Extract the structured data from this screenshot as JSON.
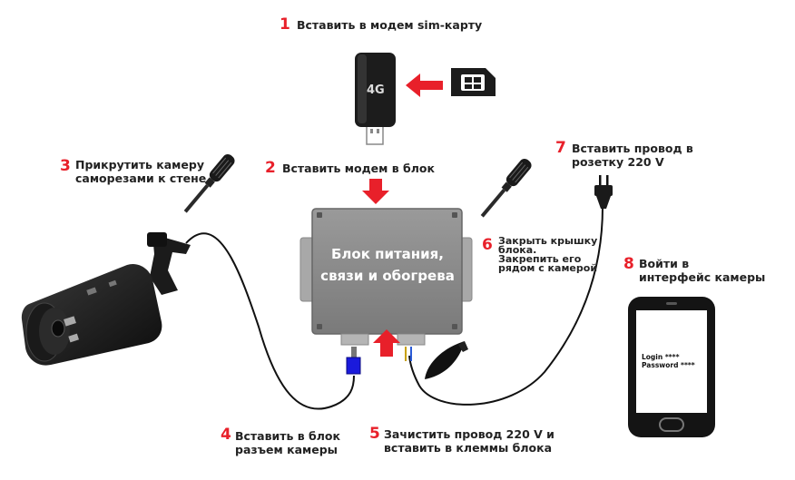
{
  "steps": [
    {
      "num": "1",
      "text": "Вставить в модем  sim-карту"
    },
    {
      "num": "2",
      "text": "Вставить модем в блок"
    },
    {
      "num": "3",
      "lines": [
        "Прикрутить камеру",
        "саморезами к стене"
      ]
    },
    {
      "num": "4",
      "lines": [
        "Вставить в блок",
        "разъем камеры"
      ]
    },
    {
      "num": "5",
      "lines": [
        "Зачистить провод 220 V и",
        "вставить в клеммы блока"
      ]
    },
    {
      "num": "6",
      "lines": [
        "Закрыть крышку",
        "блока.",
        "Закрепить его",
        "рядом с камерой"
      ]
    },
    {
      "num": "7",
      "lines": [
        "Вставить провод в",
        "розетку 220 V"
      ]
    },
    {
      "num": "8",
      "lines": [
        "Войти в",
        "интерфейс камеры"
      ]
    }
  ],
  "modem": {
    "label": "4G"
  },
  "box": {
    "title_lines": [
      "Блок питания,",
      "связи и обогрева"
    ]
  },
  "phone": {
    "login": "Login  ****",
    "password": "Password  ****"
  },
  "colors": {
    "accent": "#e8202a",
    "box": "#8a8a8a",
    "connector": "#1a1adc"
  }
}
